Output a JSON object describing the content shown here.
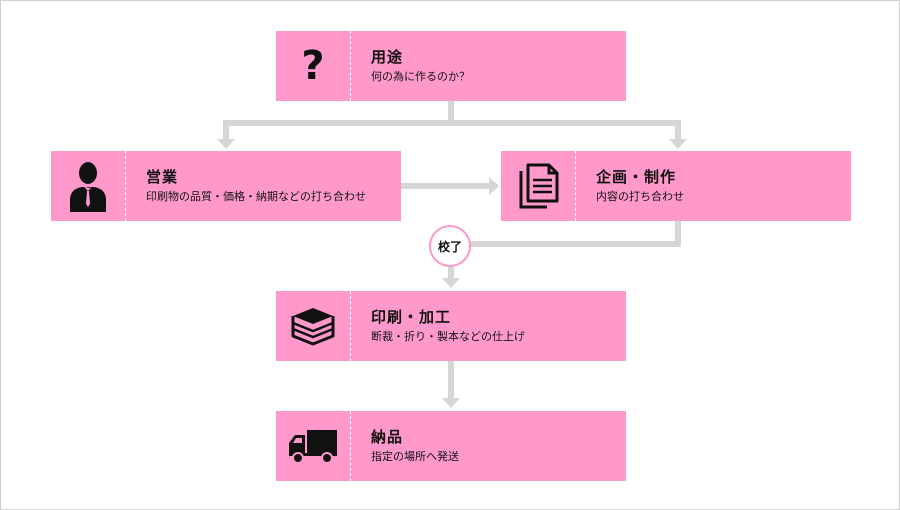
{
  "steps": {
    "usage": {
      "title": "用途",
      "desc": "何の為に作るのか？",
      "icon": "question-icon"
    },
    "sales": {
      "title": "営業",
      "desc": "印刷物の品質・価格・納期などの打ち合わせ",
      "icon": "person-icon"
    },
    "planning": {
      "title": "企画・制作",
      "desc": "内容の打ち合わせ",
      "icon": "documents-icon"
    },
    "printing": {
      "title": "印刷・加工",
      "desc": "断裁・折り・製本などの仕上げ",
      "icon": "paper-stack-icon"
    },
    "delivery": {
      "title": "納品",
      "desc": "指定の場所へ発送",
      "icon": "truck-icon"
    }
  },
  "proof_badge": "校了",
  "colors": {
    "box": "#ff99cc",
    "arrow": "#d6d6d6",
    "text": "#111111"
  }
}
